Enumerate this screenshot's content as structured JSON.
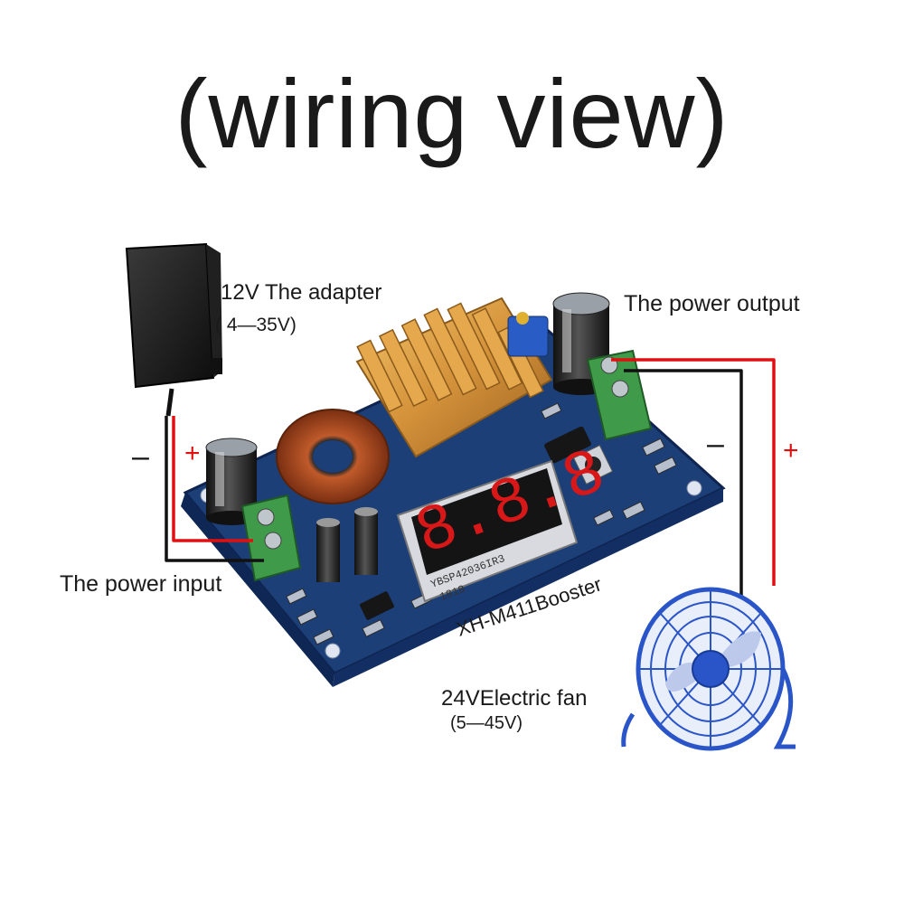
{
  "title": "(wiring view)",
  "labels": {
    "adapter": "12V The adapter",
    "adapter_range": "( 4—35V)",
    "power_output": "The power output",
    "power_input": "The power input",
    "fan": "24VElectric fan",
    "fan_range": "(5—45V)",
    "board_model": "XH-M411Booster",
    "display_part": "YBSP42036IR3",
    "display_code": "1818",
    "display_digits": "8.8.8"
  },
  "polarity": {
    "input_negative": "–",
    "input_positive": "+",
    "output_negative": "–",
    "output_positive": "+"
  },
  "colors": {
    "positive_wire": "#e01010",
    "negative_wire": "#111111",
    "pcb": "#1c3f78",
    "heatsink": "#d89a3a",
    "terminal": "#3f9a4a",
    "display_led": "#d81818",
    "fan": "#2a55c8"
  }
}
